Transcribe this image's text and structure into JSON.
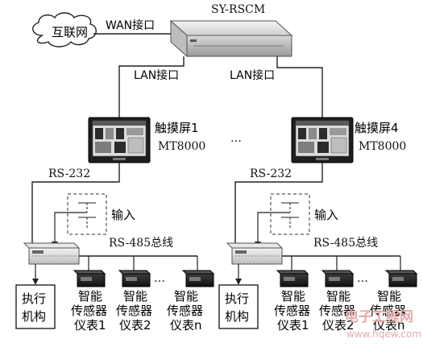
{
  "server": {
    "name": "SY-RSCM"
  },
  "internet": {
    "label": "互联网"
  },
  "wan": {
    "label": "WAN接口"
  },
  "lan": {
    "left_label": "LAN接口",
    "right_label": "LAN接口"
  },
  "screens": [
    {
      "label": "触摸屏1",
      "model": "MT8000",
      "rs232": "RS-232",
      "input": "输入",
      "rs485": "RS-485总线"
    },
    {
      "label": "触摸屏4",
      "model": "MT8000",
      "rs232": "RS-232",
      "input": "输入",
      "rs485": "RS-485总线"
    }
  ],
  "ellipsis_screens": "…",
  "groups": [
    {
      "actuator": [
        "执行",
        "机构"
      ],
      "sensors": [
        {
          "line1": "智能",
          "line2": "传感器",
          "line3": "仪表1"
        },
        {
          "line1": "智能",
          "line2": "传感器",
          "line3": "仪表2"
        },
        {
          "line1": "智能",
          "line2": "传感器",
          "line3": "仪表n"
        }
      ],
      "ellipsis": "…"
    },
    {
      "actuator": [
        "执行",
        "机构"
      ],
      "sensors": [
        {
          "line1": "智能",
          "line2": "传感器",
          "line3": "仪表1"
        },
        {
          "line1": "智能",
          "line2": "传感器",
          "line3": "仪表2"
        },
        {
          "line1": "智能",
          "line2": "传感器",
          "line3": "仪表n"
        }
      ],
      "ellipsis": "…"
    }
  ],
  "watermark": {
    "line1": "电子工程网",
    "line2": "www.hqew.com"
  }
}
